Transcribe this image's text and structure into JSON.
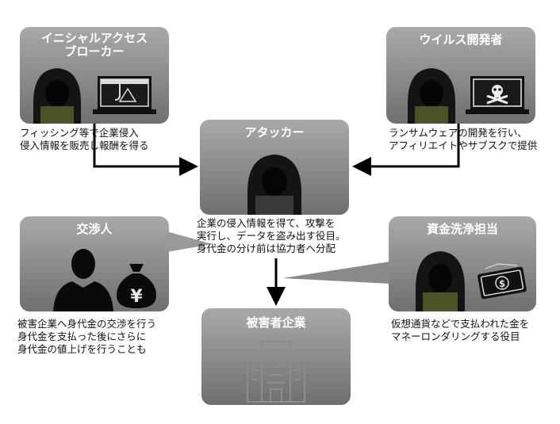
{
  "nodes": {
    "broker": {
      "title_line1": "イニシャルアクセス",
      "title_line2": "ブローカー",
      "desc_line1": "フィッシング等で企業侵入",
      "desc_line2": "侵入情報を販売し報酬を得る",
      "icons": [
        "hacker-icon",
        "laptop-phishing-icon"
      ]
    },
    "virus_dev": {
      "title": "ウイルス開発者",
      "desc_line1": "ランサムウェアの開発を行い、",
      "desc_line2": "アフィリエイトやサブスクで提供",
      "icons": [
        "hacker-icon",
        "laptop-skull-icon"
      ]
    },
    "attacker": {
      "title": "アタッカー",
      "desc_line1": "企業の侵入情報を得て、攻撃を",
      "desc_line2": "実行し、データを盗み出す役目。",
      "desc_line3": "身代金の分け前は協力者へ分配",
      "icons": [
        "hacker-icon"
      ]
    },
    "negotiator": {
      "title": "交渉人",
      "desc_line1": "被害企業へ身代金の交渉を行う",
      "desc_line2": "身代金を支払った後にさらに",
      "desc_line3": "身代金の値上げを行うことも",
      "icons": [
        "person-silhouette-icon",
        "yen-money-bag-icon"
      ]
    },
    "laundering": {
      "title": "資金洗浄担当",
      "desc_line1": "仮想通貨などで支払われた金を",
      "desc_line2": "マネーロンダリングする役目",
      "icons": [
        "hacker-icon",
        "dollar-bills-icon"
      ]
    },
    "victim": {
      "title": "被害者企業",
      "icons": [
        "building-icon"
      ]
    }
  },
  "edges": [
    {
      "from": "broker",
      "to": "attacker",
      "style": "arrow"
    },
    {
      "from": "virus_dev",
      "to": "attacker",
      "style": "arrow"
    },
    {
      "from": "attacker",
      "to": "victim",
      "style": "arrow"
    },
    {
      "from": "negotiator",
      "to": "attacker",
      "style": "callout"
    },
    {
      "from": "laundering",
      "to": "attacker",
      "style": "callout"
    }
  ],
  "colors": {
    "card_top": "#a9a9a9",
    "card_bottom": "#6f6f6f",
    "hacker_face": "#4d5326",
    "arrow": "#000000"
  }
}
